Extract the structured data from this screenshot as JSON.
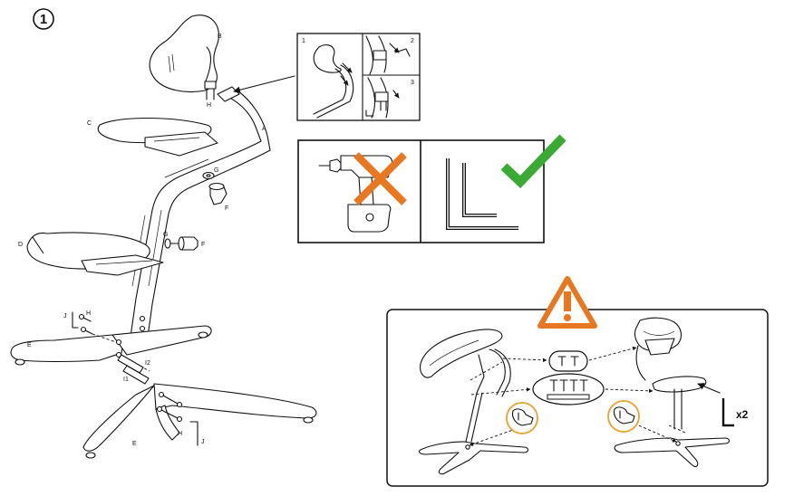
{
  "step_number": "1",
  "part_labels": {
    "A": "A",
    "B": "B",
    "C": "C",
    "D": "D",
    "E_upper": "E",
    "E_lower": "E",
    "F_upper": "F",
    "F_lower": "F",
    "G_upper": "G",
    "G_lower": "G",
    "H_top": "H",
    "H_mid": "H",
    "H_low": "H",
    "J_upper": "J",
    "J_lower": "J",
    "I1": "I1",
    "I2": "I2"
  },
  "detail_steps": [
    "1",
    "2",
    "3"
  ],
  "multiplier_label": "x2",
  "colors": {
    "line": "#111111",
    "cross": "#e87722",
    "check": "#3aaa35",
    "warning": "#e87722",
    "callout_ring": "#e8a030"
  },
  "icons": [
    "drill-icon",
    "cross-icon",
    "allen-key-icon",
    "check-icon",
    "warning-icon",
    "allen-key-small-icon"
  ]
}
